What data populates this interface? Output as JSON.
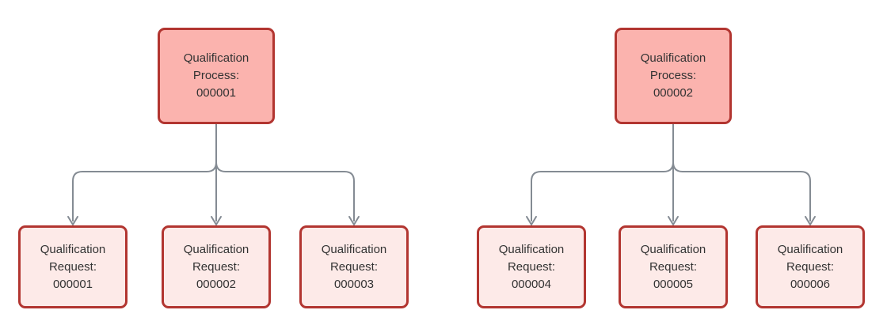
{
  "colors": {
    "process_fill": "#fbb3ae",
    "process_border": "#b23530",
    "request_fill": "#fdeae8",
    "request_border": "#b23530",
    "edge_color": "#848b93",
    "text_color": "#333333"
  },
  "diagram": {
    "trees": [
      {
        "parent": {
          "type_label": "Qualification Process:",
          "number": "000001"
        },
        "children": [
          {
            "type_label": "Qualification Request:",
            "number": "000001"
          },
          {
            "type_label": "Qualification Request:",
            "number": "000002"
          },
          {
            "type_label": "Qualification Request:",
            "number": "000003"
          }
        ]
      },
      {
        "parent": {
          "type_label": "Qualification Process:",
          "number": "000002"
        },
        "children": [
          {
            "type_label": "Qualification Request:",
            "number": "000004"
          },
          {
            "type_label": "Qualification Request:",
            "number": "000005"
          },
          {
            "type_label": "Qualification Request:",
            "number": "000006"
          }
        ]
      }
    ]
  }
}
